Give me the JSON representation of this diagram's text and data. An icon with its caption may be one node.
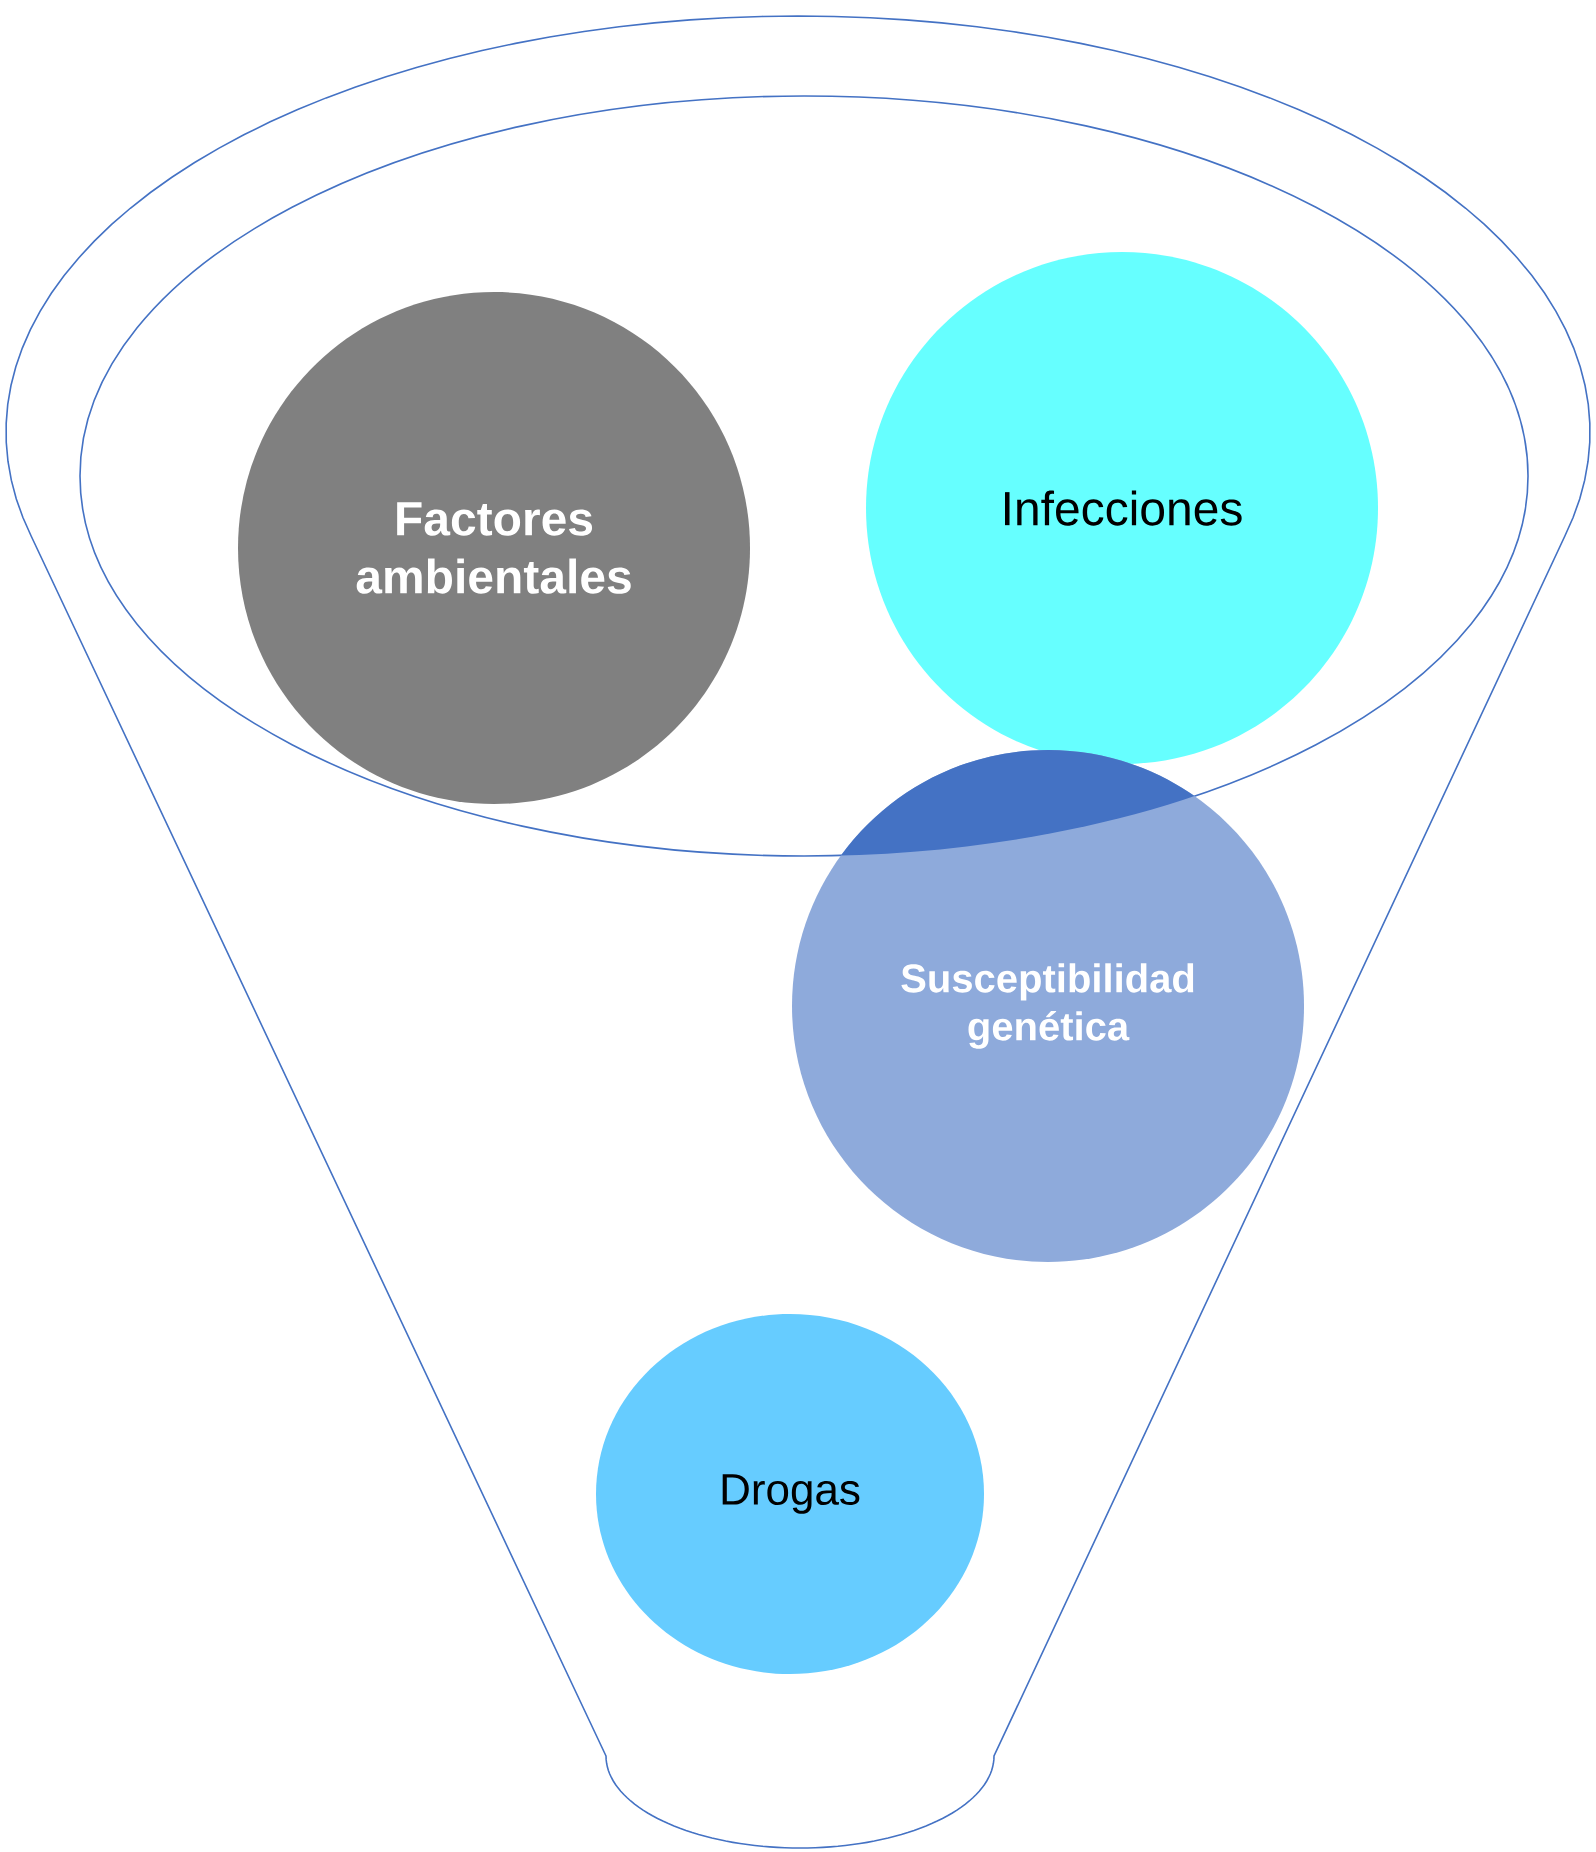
{
  "diagram": {
    "nodes": [
      {
        "text": [
          "Factores ambientales"
        ]
      },
      {
        "text": [
          "Infecciones"
        ]
      },
      {
        "text": [
          "Susceptibilidad genética"
        ]
      },
      {
        "text": [
          "Drogas"
        ]
      }
    ]
  }
}
